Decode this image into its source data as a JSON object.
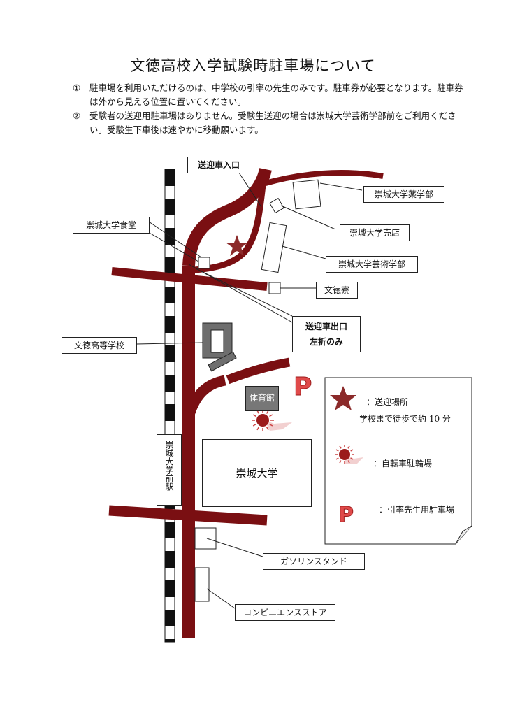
{
  "title": "文徳高校入学試験時駐車場について",
  "notes": [
    {
      "num": "①",
      "text": "駐車場を利用いただけるのは、中学校の引率の先生のみです。駐車券が必要となります。駐車券は外から見える位置に置いてください。"
    },
    {
      "num": "②",
      "text": "受験者の送迎用駐車場はありません。受験生送迎の場合は崇城大学芸術学部前をご利用ください。受験生下車後は速やかに移動願います。"
    }
  ],
  "map": {
    "labels": {
      "pickup_entrance": "送迎車入口",
      "pharmacy": "崇城大学薬学部",
      "shop": "崇城大学売店",
      "cafeteria": "崇城大学食堂",
      "arts": "崇城大学芸術学部",
      "dorm": "文徳寮",
      "exit_line1": "送迎車出口",
      "exit_line2": "左折のみ",
      "school": "文徳高等学校",
      "gym": "体育館",
      "station": "崇城大学前駅",
      "university": "崇城大学",
      "gas_station": "ガソリンスタンド",
      "convenience_store": "コンビニエンスストア"
    },
    "parking_letter": "P",
    "colors": {
      "road": "#7a0f12",
      "star": "#8b2a2a",
      "rail": "#111111"
    }
  },
  "legend": {
    "star_label": "：送迎場所",
    "star_sub": "学校まで徒歩で約 10 分",
    "bike_label": "：自転車駐輪場",
    "parking_label": "：引率先生用駐車場"
  }
}
